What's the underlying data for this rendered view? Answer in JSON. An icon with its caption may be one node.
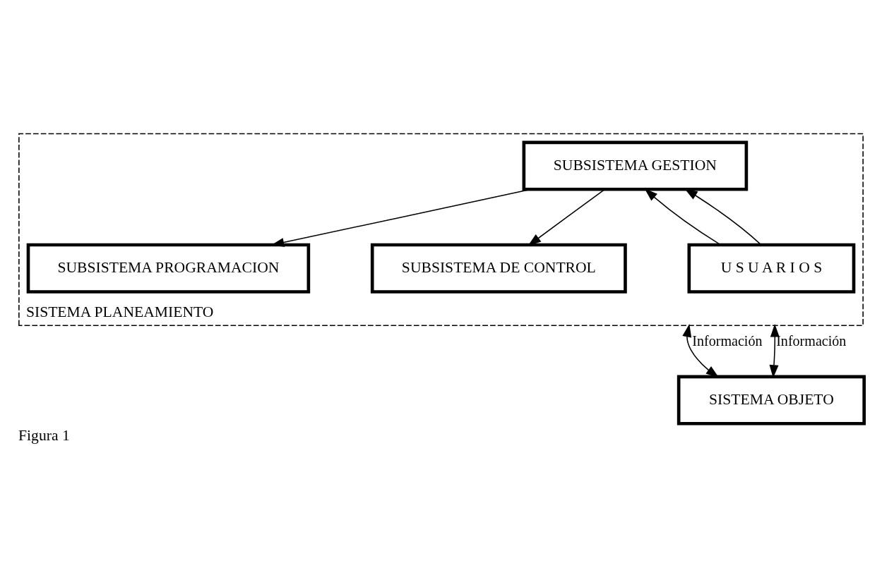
{
  "diagram": {
    "caption": "Figura 1",
    "nodes": [
      {
        "text": [
          "SISTEMA PLANEAMIENTO"
        ]
      },
      {
        "text": [
          "SUBSISTEMA GESTION"
        ],
        "in": 0
      },
      {
        "text": [
          "SUBSISTEMA PROGRAMACION"
        ],
        "in": 0
      },
      {
        "text": [
          "SUBSISTEMA DE CONTROL"
        ],
        "in": 0
      },
      {
        "text": [
          "U S U A R I O S"
        ],
        "in": 0
      },
      {
        "text": [
          "SISTEMA OBJETO"
        ]
      }
    ],
    "edges": [
      {
        "from": 1,
        "to": 2,
        "arrow": "to"
      },
      {
        "from": 1,
        "to": 3,
        "arrow": "to"
      },
      {
        "from": 4,
        "to": 1,
        "arrow": "to"
      },
      {
        "from": 4,
        "to": 1,
        "arrow": "to"
      },
      {
        "from": 0,
        "to": 5,
        "arrow": "both",
        "label": "Información"
      },
      {
        "from": 0,
        "to": 5,
        "arrow": "both",
        "label": "Información"
      }
    ]
  }
}
